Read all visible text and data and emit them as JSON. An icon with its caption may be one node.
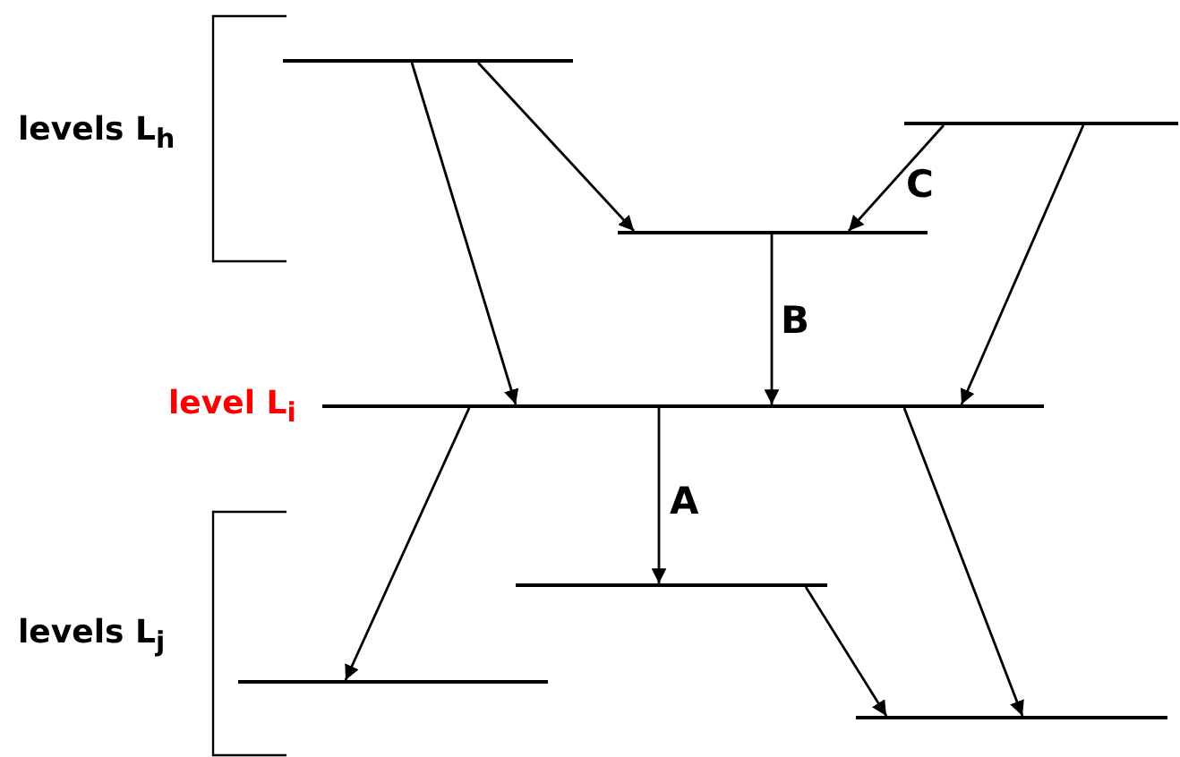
{
  "diagram": {
    "nodes": [
      {
        "text": [],
        "shape": "bar"
      },
      {
        "text": [],
        "shape": "bar"
      },
      {
        "text": [],
        "shape": "bar"
      },
      {
        "text": [
          "level L$_{i}$"
        ]
      },
      {
        "text": [],
        "shape": "bar"
      },
      {
        "text": [],
        "shape": "bar"
      },
      {
        "text": [],
        "shape": "bar"
      }
    ],
    "edges": [
      {
        "from": 0,
        "to": 3,
        "arrow": "to"
      },
      {
        "from": 0,
        "to": 1,
        "arrow": "to"
      },
      {
        "from": 2,
        "to": 1,
        "arrow": "to",
        "label": "C"
      },
      {
        "from": 1,
        "to": 3,
        "arrow": "to",
        "label": "B"
      },
      {
        "from": 2,
        "to": 3,
        "arrow": "to"
      },
      {
        "from": 3,
        "to": 4,
        "arrow": "to"
      },
      {
        "from": 3,
        "to": 5,
        "arrow": "to",
        "label": "A"
      },
      {
        "from": 5,
        "to": 6,
        "arrow": "to"
      },
      {
        "from": 3,
        "to": 6,
        "arrow": "to"
      }
    ],
    "labels": [
      "levels L$_{h}$",
      "levels L$_{j}$"
    ]
  }
}
